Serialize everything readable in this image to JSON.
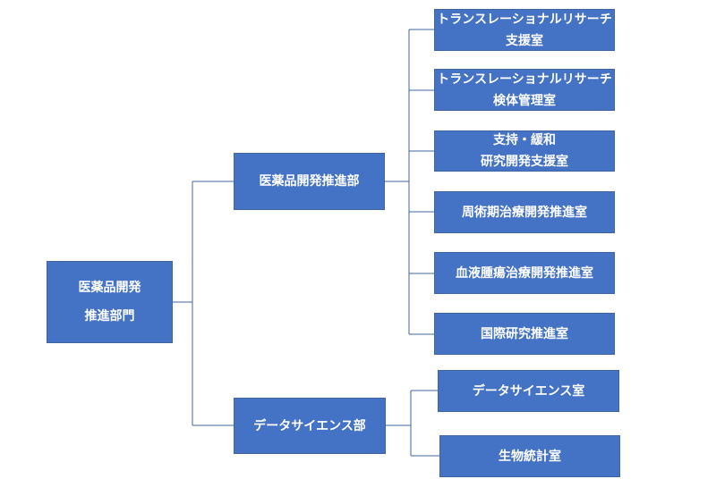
{
  "colors": {
    "box_fill": "#4472c4",
    "box_text": "#ffffff",
    "connector": "#41669f"
  },
  "root": {
    "line1": "医薬品開発",
    "line2": "推進部門"
  },
  "departments": [
    {
      "label": "医薬品開発推進部",
      "rooms": [
        {
          "line1": "トランスレーショナルリサーチ",
          "line2": "支援室"
        },
        {
          "line1": "トランスレーショナルリサーチ",
          "line2": "検体管理室"
        },
        {
          "line1": "支持・緩和",
          "line2": "研究開発支援室"
        },
        {
          "line1": "周術期治療開発推進室"
        },
        {
          "line1": "血液腫瘍治療開発推進室"
        },
        {
          "line1": "国際研究推進室"
        }
      ]
    },
    {
      "label": "データサイエンス部",
      "rooms": [
        {
          "line1": "データサイエンス室"
        },
        {
          "line1": "生物統計室"
        }
      ]
    }
  ]
}
